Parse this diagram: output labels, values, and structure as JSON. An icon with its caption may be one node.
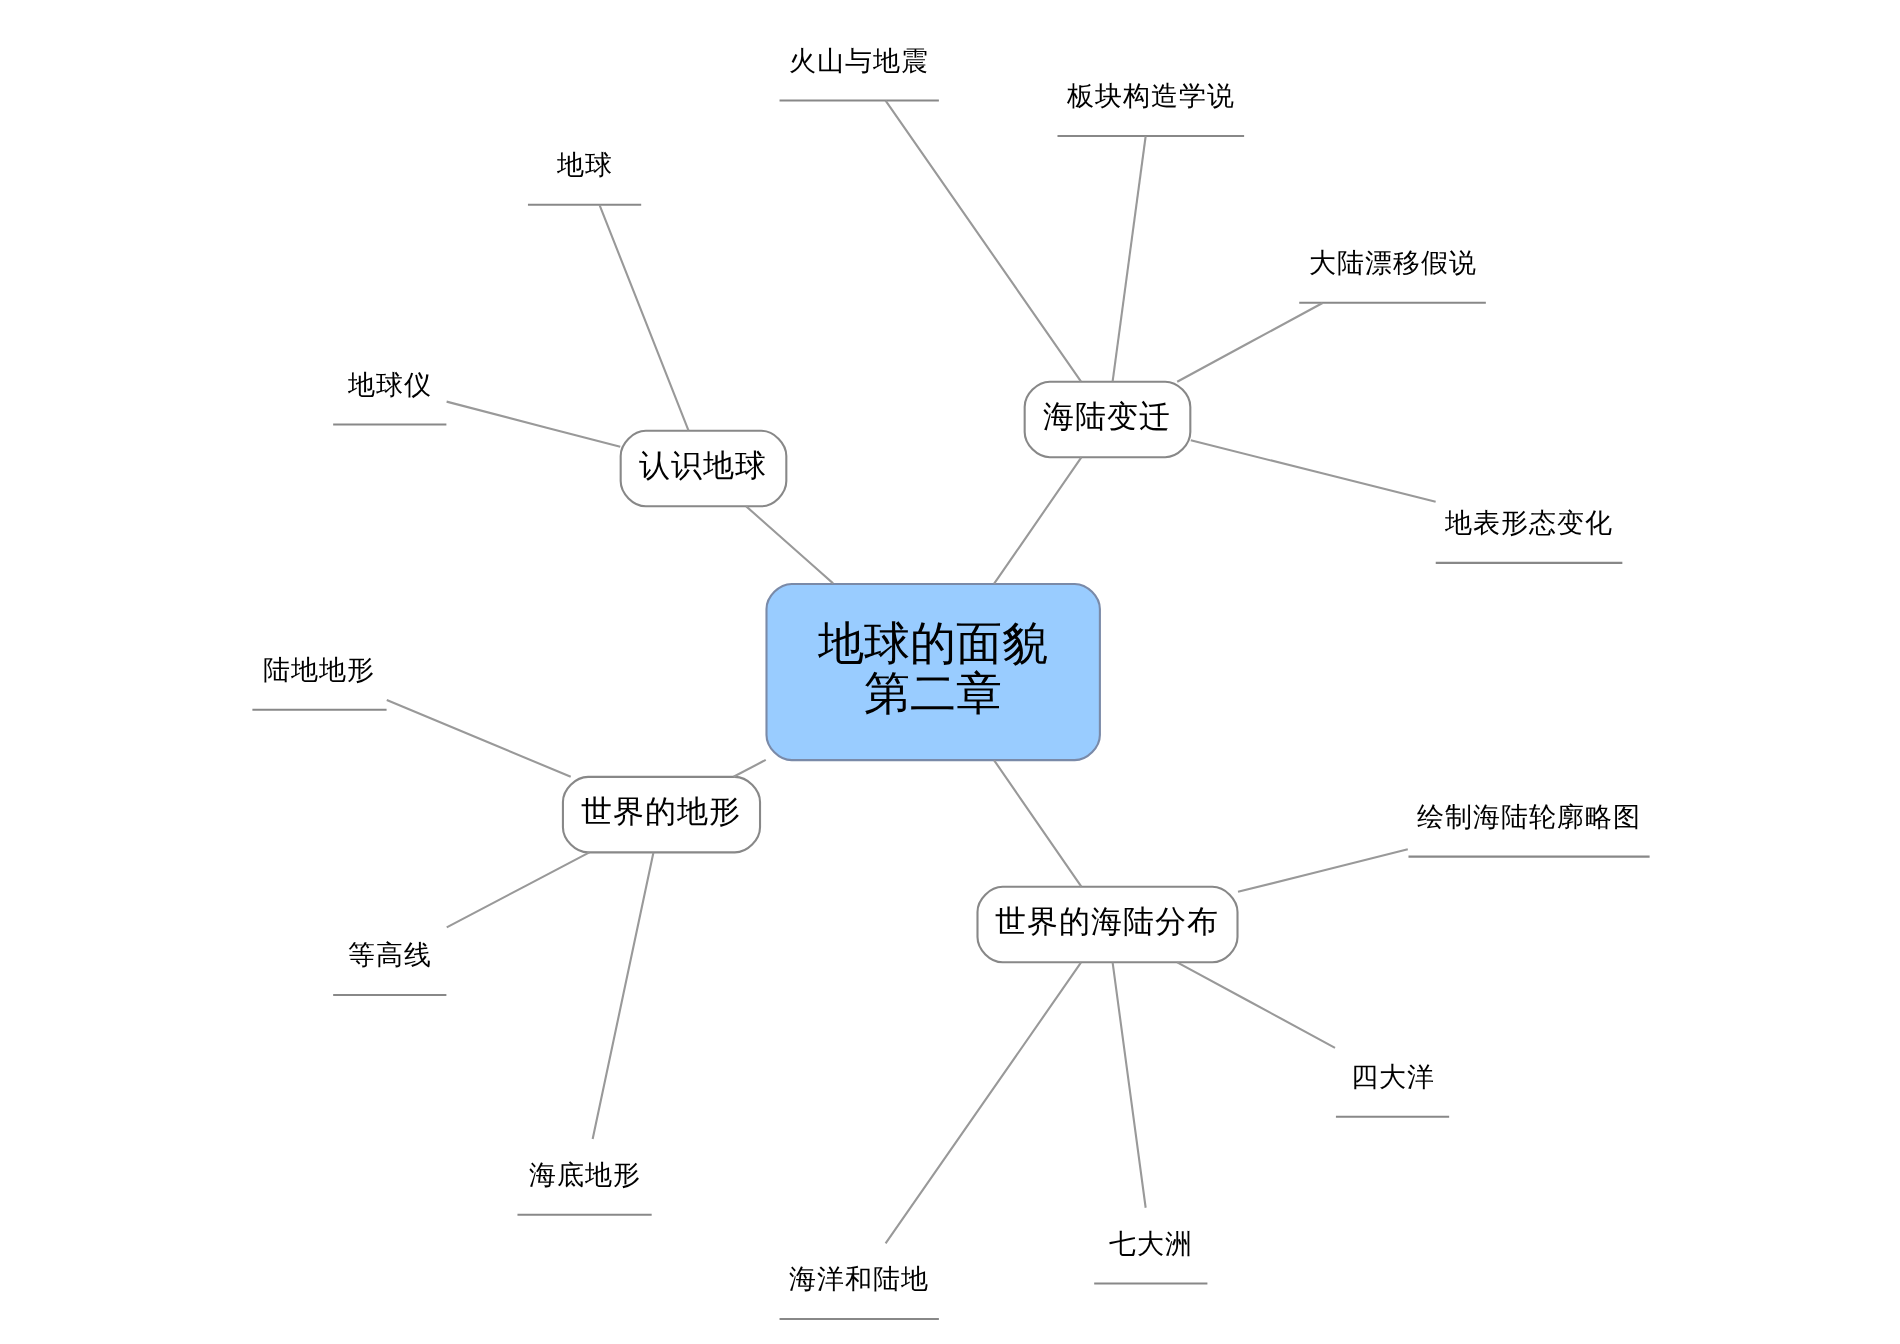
{
  "diagram": {
    "nodes": [
      {
        "text": [
          "地球的面貌",
          "第二章"
        ]
      },
      {
        "text": [
          "海陆变迁"
        ]
      },
      {
        "text": [
          "地表形态变化"
        ]
      },
      {
        "text": [
          "大陆漂移假说"
        ]
      },
      {
        "text": [
          "板块构造学说"
        ]
      },
      {
        "text": [
          "火山与地震"
        ]
      },
      {
        "text": [
          "认识地球"
        ]
      },
      {
        "text": [
          "地球"
        ]
      },
      {
        "text": [
          "地球仪"
        ]
      },
      {
        "text": [
          "世界的地形"
        ]
      },
      {
        "text": [
          "陆地地形"
        ]
      },
      {
        "text": [
          "等高线"
        ]
      },
      {
        "text": [
          "海底地形"
        ]
      },
      {
        "text": [
          "世界的海陆分布"
        ]
      },
      {
        "text": [
          "海洋和陆地"
        ]
      },
      {
        "text": [
          "七大洲"
        ]
      },
      {
        "text": [
          "四大洋"
        ]
      },
      {
        "text": [
          "绘制海陆轮廓略图"
        ]
      }
    ],
    "edges": [
      {
        "from": 0,
        "to": 1,
        "arrow": "none"
      },
      {
        "from": 1,
        "to": 2,
        "arrow": "none"
      },
      {
        "from": 1,
        "to": 3,
        "arrow": "none"
      },
      {
        "from": 1,
        "to": 4,
        "arrow": "none"
      },
      {
        "from": 1,
        "to": 5,
        "arrow": "none"
      },
      {
        "from": 0,
        "to": 6,
        "arrow": "none"
      },
      {
        "from": 6,
        "to": 7,
        "arrow": "none"
      },
      {
        "from": 6,
        "to": 8,
        "arrow": "none"
      },
      {
        "from": 0,
        "to": 9,
        "arrow": "none"
      },
      {
        "from": 9,
        "to": 10,
        "arrow": "none"
      },
      {
        "from": 9,
        "to": 11,
        "arrow": "none"
      },
      {
        "from": 9,
        "to": 12,
        "arrow": "none"
      },
      {
        "from": 0,
        "to": 13,
        "arrow": "none"
      },
      {
        "from": 13,
        "to": 14,
        "arrow": "none"
      },
      {
        "from": 13,
        "to": 15,
        "arrow": "none"
      },
      {
        "from": 13,
        "to": 16,
        "arrow": "none"
      },
      {
        "from": 13,
        "to": 17,
        "arrow": "none"
      }
    ]
  }
}
